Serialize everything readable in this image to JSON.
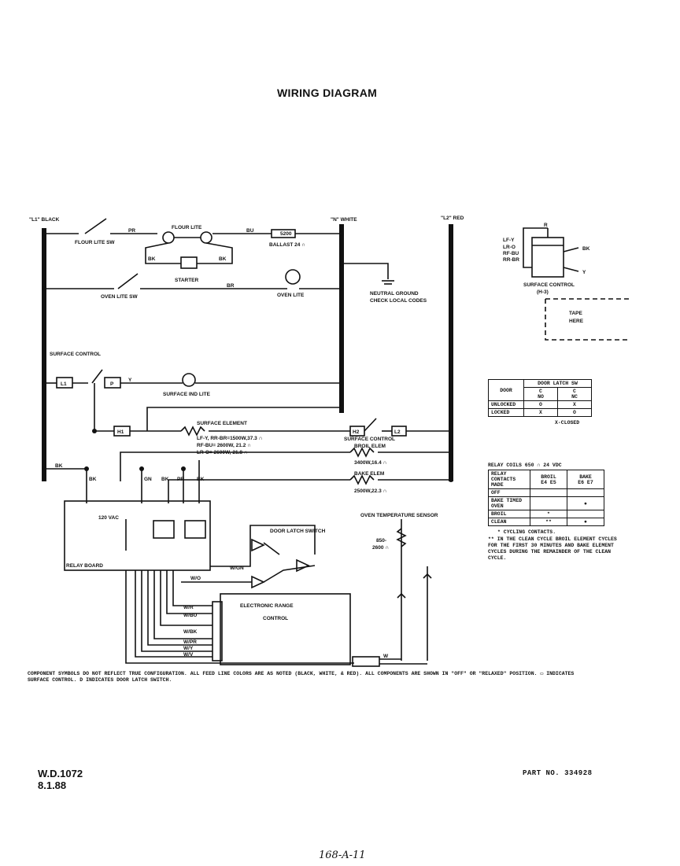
{
  "title": "WIRING DIAGRAM",
  "labels": {
    "l1": "\"L1\" BLACK",
    "n": "\"N\" WHITE",
    "l2": "\"L2\" RED",
    "flour_lite_sw": "FLOUR LITE SW",
    "flour_lite": "FLOUR LITE",
    "pr": "PR",
    "bu": "BU",
    "ballast": "BALLAST 24 ∩",
    "ballast_val": "5200",
    "bk": "BK",
    "starter": "STARTER",
    "oven_lite_sw": "OVEN LITE SW",
    "br": "BR",
    "oven_lite": "OVEN LITE",
    "neutral_ground": "NEUTRAL GROUND",
    "check_local": "CHECK LOCAL CODES",
    "surface_control": "SURFACE CONTROL",
    "l1_box": "L1",
    "p_box": "P",
    "y": "Y",
    "surface_ind_lite": "SURFACE IND LITE",
    "surface_element": "SURFACE ELEMENT",
    "lf_rr": "LF-Y, RR-BR=1500W,37.3 ∩",
    "rf_bu": "RF-BU= 2600W, 21.2 ∩",
    "lr_o": "LR-O= 2600W, 21.8 ∩",
    "h1": "H1",
    "h2": "H2",
    "l2_box": "L2",
    "surface_control2": "SURFACE CONTROL",
    "broil_elem": "BROIL ELEM",
    "broil_val": "3400W,16.4 ∩",
    "bake_elem": "BAKE ELEM",
    "bake_val": "2500W,22.3 ∩",
    "gn": "GN",
    "relay_board": "RELAY BOARD",
    "v120": "120 VAC",
    "oven_temp_sensor": "OVEN TEMPERATURE SENSOR",
    "sensor_val1": "850-",
    "sensor_val2": "2600 ∩",
    "door_latch_switch": "DOOR LATCH SWITCH",
    "electronic_range": "ELECTRONIC RANGE",
    "control": "CONTROL",
    "w": "W",
    "wo": "W/O",
    "wr": "W/R",
    "wbk": "W/BK",
    "wpr": "W/PR",
    "wy": "W/Y",
    "wv": "W/V",
    "wbu": "W/BU",
    "wgn": "W/GN",
    "sc_legend": [
      "LF-Y",
      "LR-O",
      "RF-BU",
      "RR-BR"
    ],
    "surface_control_inset": "SURFACE CONTROL",
    "surface_control_inset2": "(H-3)",
    "r": "R",
    "tape_here": [
      "TAPE",
      "HERE"
    ]
  },
  "door_table": {
    "header_col": "DOOR",
    "header_sw": "DOOR LATCH SW",
    "col1": "C",
    "col1b": "NO",
    "col2": "C",
    "col2b": "NC",
    "rows": [
      {
        "label": "UNLOCKED",
        "a": "O",
        "b": "X"
      },
      {
        "label": "LOCKED",
        "a": "X",
        "b": "O"
      }
    ],
    "legend": "X-CLOSED"
  },
  "relay_table": {
    "caption": "RELAY COILS 650 ∩  24 VDC",
    "header_label": "RELAY CONTACTS MADE",
    "h1": "BROIL",
    "h1b": "E4  E5",
    "h2": "BAKE",
    "h2b": "E6  E7",
    "rows": [
      {
        "label": "OFF",
        "a": "",
        "b": ""
      },
      {
        "label": "BAKE TIMED OVEN",
        "a": "",
        "b": "●"
      },
      {
        "label": "BROIL",
        "a": "*",
        "b": ""
      },
      {
        "label": "CLEAN",
        "a": "**",
        "b": "●"
      }
    ],
    "notes": [
      "* CYCLING CONTACTS.",
      "** IN THE CLEAN CYCLE BROIL ELEMENT CYCLES FOR THE FIRST 30 MINUTES AND BAKE ELEMENT CYCLES DURING THE REMAINDER OF THE CLEAN CYCLE."
    ]
  },
  "footnote": "COMPONENT SYMBOLS DO NOT REFLECT TRUE CONFIGURATION. ALL FEED LINE COLORS ARE AS NOTED (BLACK, WHITE, & RED). ALL COMPONENTS ARE SHOWN IN \"OFF\" OR \"RELAXED\" POSITION. ▭ INDICATES SURFACE CONTROL. D INDICATES DOOR LATCH SWITCH.",
  "wd": "W.D.1072",
  "date": "8.1.88",
  "part_no": "PART NO. 334928",
  "signature": "168-A-11"
}
